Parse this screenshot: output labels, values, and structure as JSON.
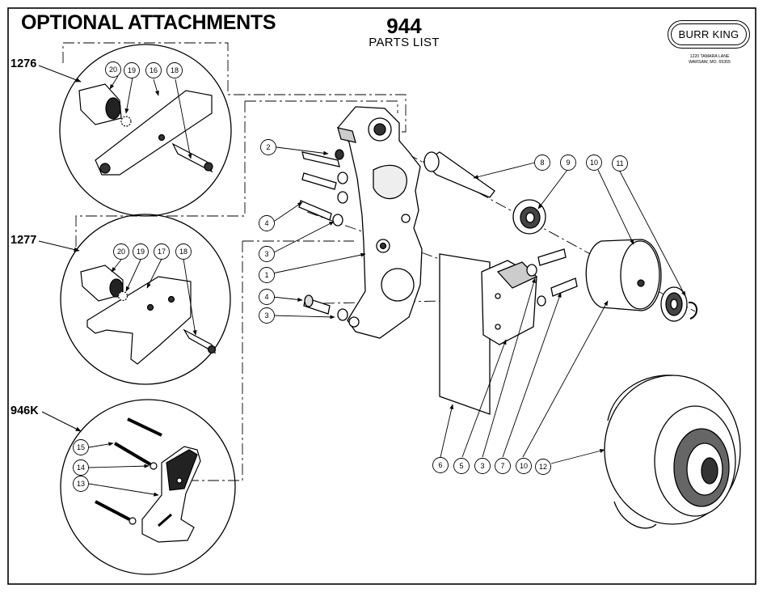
{
  "header": {
    "title": "OPTIONAL ATTACHMENTS",
    "model": "944",
    "subtitle": "PARTS LIST"
  },
  "logo": {
    "name": "BURR KING",
    "address_line1": "1220 TAMARA LANE",
    "address_line2": "WARSAW, MO. 65355"
  },
  "kits": {
    "k1276": "1276",
    "k1277": "1277",
    "k946k": "946K"
  },
  "callouts": {
    "c1": "1",
    "c2": "2",
    "c3a": "3",
    "c3b": "3",
    "c3c": "3",
    "c4a": "4",
    "c4b": "4",
    "c5": "5",
    "c6": "6",
    "c7": "7",
    "c8": "8",
    "c9": "9",
    "c10a": "10",
    "c10b": "10",
    "c11": "11",
    "c12": "12",
    "c13": "13",
    "c14": "14",
    "c15": "15",
    "c16": "16",
    "c17": "17",
    "c18a": "18",
    "c18b": "18",
    "c19a": "19",
    "c19b": "19",
    "c20a": "20",
    "c20b": "20"
  }
}
